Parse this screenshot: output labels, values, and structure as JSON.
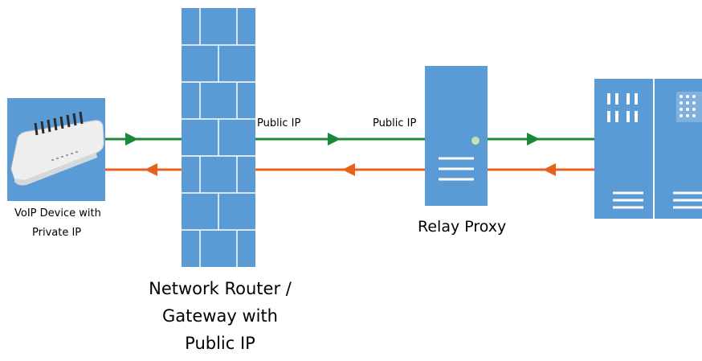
{
  "nodes": {
    "voip_device": {
      "label_line1": "VoIP Device with",
      "label_line2": "Private IP"
    },
    "router": {
      "label_line1": "Network Router /",
      "label_line2": "Gateway with",
      "label_line3": "Public IP"
    },
    "relay_proxy": {
      "label": "Relay Proxy"
    },
    "server": {}
  },
  "links": {
    "router_to_proxy_left": "Public IP",
    "router_to_proxy_right": "Public IP"
  },
  "colors": {
    "outbound_arrow": "#1a8a3a",
    "inbound_arrow": "#e8601c",
    "device_blue": "#5b9bd5",
    "wall_blue": "#5b9bd5",
    "wall_line": "#ffffff"
  }
}
